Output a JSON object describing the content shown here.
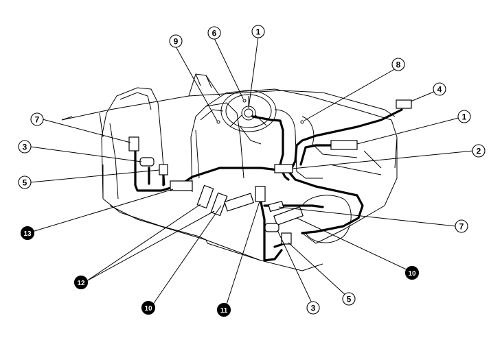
{
  "callouts": [
    {
      "label": "1",
      "filled": false
    },
    {
      "label": "6",
      "filled": false
    },
    {
      "label": "9",
      "filled": false
    },
    {
      "label": "8",
      "filled": false
    },
    {
      "label": "4",
      "filled": false
    },
    {
      "label": "1",
      "filled": false
    },
    {
      "label": "7",
      "filled": false
    },
    {
      "label": "3",
      "filled": false
    },
    {
      "label": "5",
      "filled": false
    },
    {
      "label": "2",
      "filled": false
    },
    {
      "label": "13",
      "filled": true
    },
    {
      "label": "7",
      "filled": false
    },
    {
      "label": "10",
      "filled": true
    },
    {
      "label": "12",
      "filled": true
    },
    {
      "label": "10",
      "filled": true
    },
    {
      "label": "11",
      "filled": true
    },
    {
      "label": "3",
      "filled": false
    },
    {
      "label": "5",
      "filled": false
    }
  ]
}
